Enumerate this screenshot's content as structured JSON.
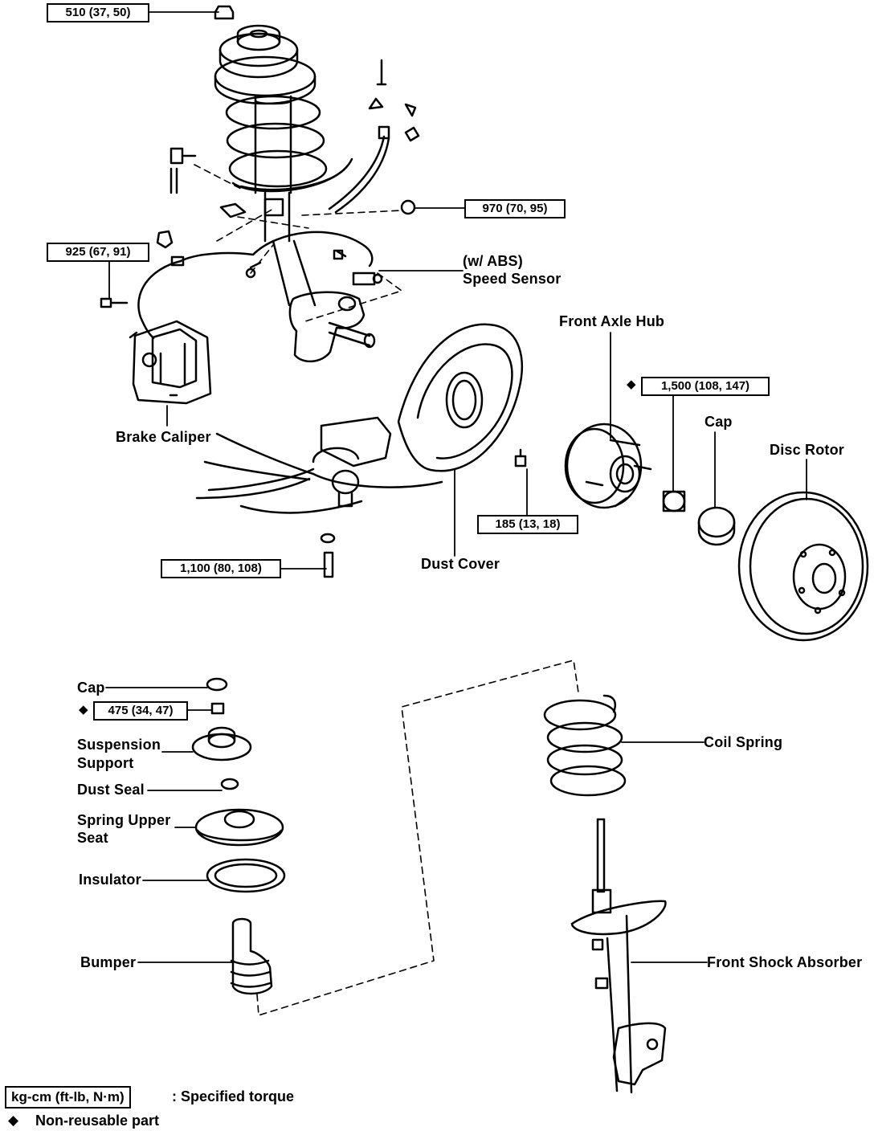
{
  "torques": {
    "t510": "510 (37, 50)",
    "t970": "970 (70, 95)",
    "t925": "925 (67, 91)",
    "t1500": "1,500 (108, 147)",
    "t185": "185 (13, 18)",
    "t1100": "1,100 (80, 108)",
    "t475": "475 (34, 47)"
  },
  "labels": {
    "abs_line1": "(w/ ABS)",
    "abs_line2": "Speed Sensor",
    "front_axle_hub": "Front Axle Hub",
    "cap_upper": "Cap",
    "disc_rotor": "Disc Rotor",
    "brake_caliper": "Brake Caliper",
    "dust_cover": "Dust Cover",
    "cap_lower": "Cap",
    "suspension_support_1": "Suspension",
    "suspension_support_2": "Support",
    "dust_seal": "Dust Seal",
    "spring_upper_seat_1": "Spring Upper",
    "spring_upper_seat_2": "Seat",
    "insulator": "Insulator",
    "bumper": "Bumper",
    "coil_spring": "Coil Spring",
    "front_shock_absorber": "Front Shock Absorber"
  },
  "legend": {
    "unit_box": "kg-cm (ft-lb, N·m)",
    "unit_desc": ":  Specified torque",
    "symbol": "◆",
    "symbol_desc": "Non-reusable part"
  }
}
